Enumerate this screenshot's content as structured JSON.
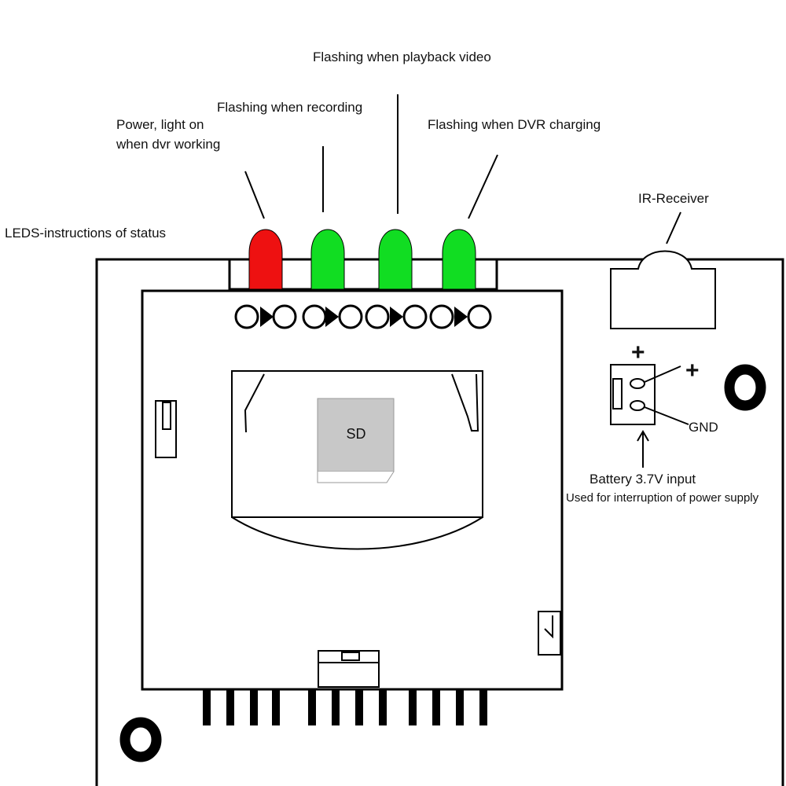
{
  "labels": {
    "power": [
      "Power, light on",
      "when dvr working"
    ],
    "recording": "Flashing when recording",
    "playback": "Flashing when playback video",
    "charging": "Flashing when DVR charging",
    "leds": "LEDS-instructions of status",
    "ir_receiver": "IR-Receiver",
    "plus_connector": "+",
    "plus_pin": "+",
    "gnd": "GND",
    "battery_input": "Battery 3.7V input",
    "battery_note": "Used for interruption of power supply",
    "sd": "SD"
  },
  "leds": [
    {
      "name": "power",
      "color": "#ee1111"
    },
    {
      "name": "recording",
      "color": "#11dd22"
    },
    {
      "name": "playback",
      "color": "#11dd22"
    },
    {
      "name": "charging",
      "color": "#11dd22"
    }
  ],
  "colors": {
    "line": "#000000",
    "sd_card": "#c8c8c8",
    "led_red": "#ee1111",
    "led_green": "#11dd22"
  }
}
